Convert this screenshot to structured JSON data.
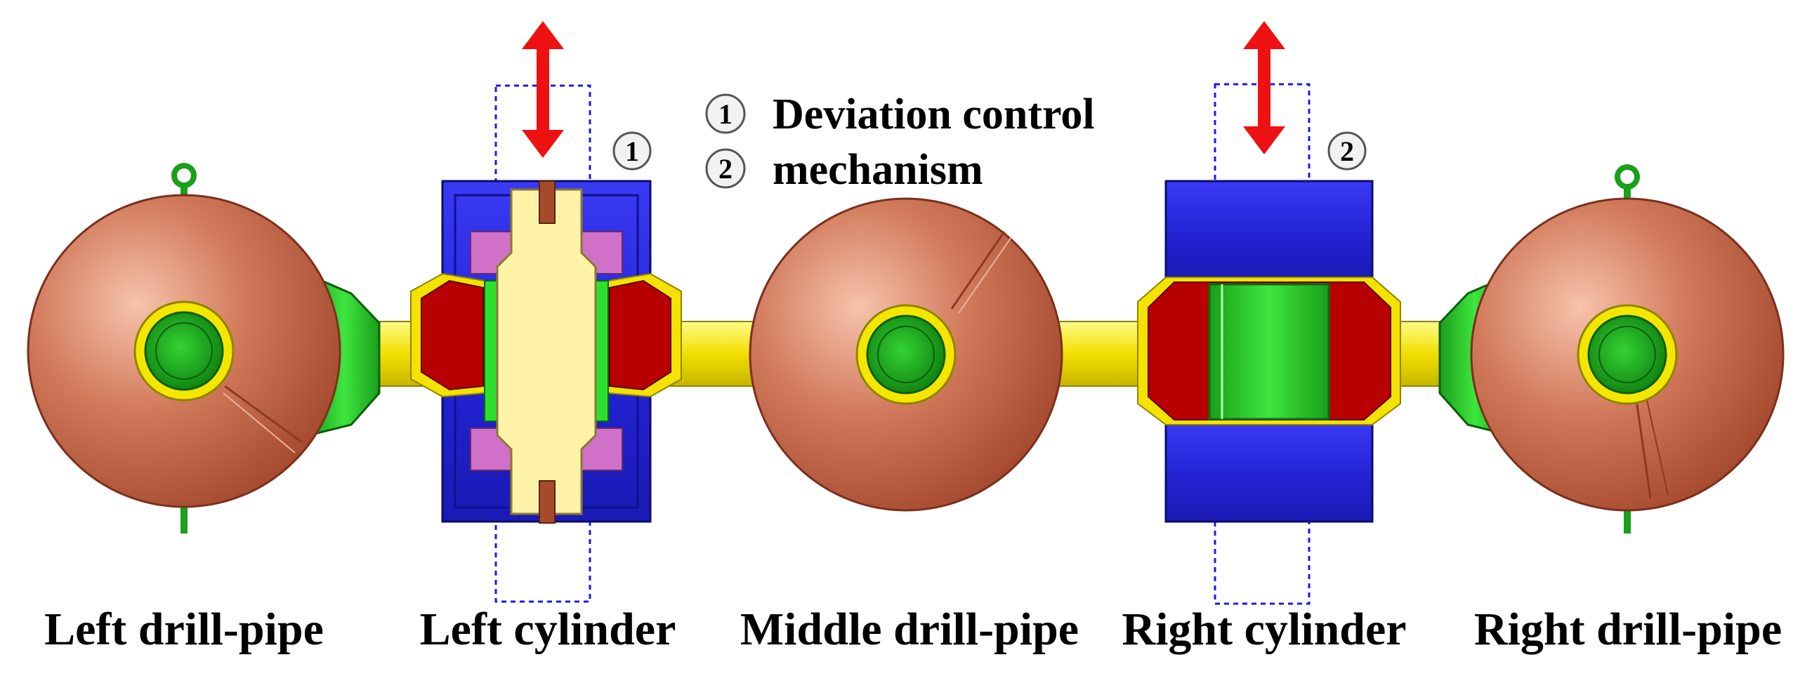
{
  "labels": {
    "left_drill_pipe": "Left drill-pipe",
    "left_cylinder": "Left cylinder",
    "middle_drill_pipe": "Middle drill-pipe",
    "right_cylinder": "Right cylinder",
    "right_drill_pipe": "Right drill-pipe"
  },
  "legend": {
    "marker_1": "1",
    "marker_2": "2",
    "line_1": "Deviation control",
    "line_2": "mechanism"
  },
  "markers": {
    "left": "1",
    "right": "2"
  },
  "colors": {
    "drill_bit": "#c8664a",
    "pipe": "#f4e200",
    "green": "#22b022",
    "blue": "#2a2ae0",
    "red": "#b80000",
    "cream": "#fff3a8",
    "arrow": "#ee1111",
    "dashed": "#1a1aee"
  }
}
